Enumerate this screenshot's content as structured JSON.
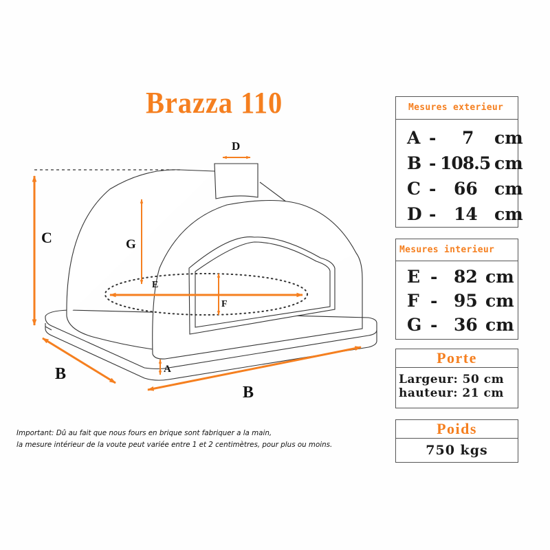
{
  "title": "Brazza 110",
  "diagram": {
    "labels": {
      "A": "A",
      "B_depth": "B",
      "B_width": "B",
      "C": "C",
      "D": "D",
      "E": "E",
      "F": "F",
      "G": "G"
    },
    "colors": {
      "accent": "#f57f1f",
      "line": "#333333"
    }
  },
  "tables": {
    "exterieur": {
      "header": "Mesures exterieur",
      "rows": [
        {
          "letter": "A",
          "sep": "-",
          "value": "7",
          "unit": "cm"
        },
        {
          "letter": "B",
          "sep": "-",
          "value": "108.5",
          "unit": "cm"
        },
        {
          "letter": "C",
          "sep": "-",
          "value": "66",
          "unit": "cm"
        },
        {
          "letter": "D",
          "sep": "-",
          "value": "14",
          "unit": "cm"
        }
      ]
    },
    "interieur": {
      "header": "Mesures interieur",
      "rows": [
        {
          "letter": "E",
          "sep": "-",
          "value": "82",
          "unit": "cm"
        },
        {
          "letter": "F",
          "sep": "-",
          "value": "95",
          "unit": "cm"
        },
        {
          "letter": "G",
          "sep": "-",
          "value": "36",
          "unit": "cm"
        }
      ]
    },
    "porte": {
      "header": "Porte",
      "rows": [
        "Largeur: 50 cm",
        "hauteur: 21 cm"
      ]
    },
    "poids": {
      "header": "Poids",
      "value": "750 kgs"
    }
  },
  "note": {
    "line1": "Important: Dû au fait que nous fours en brique sont fabriquer a la main,",
    "line2": "la mesure intérieur de la voute peut variée entre 1 et 2 centimètres, pour plus ou moins."
  }
}
